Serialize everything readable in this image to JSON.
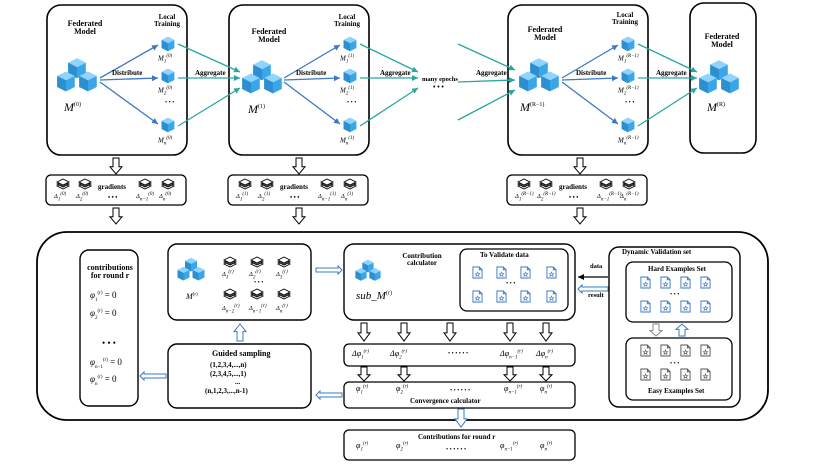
{
  "labels": {
    "federated_model": "Federated Model",
    "local_training": "Local Training",
    "distribute": "Distribute",
    "aggregate": "Aggregate",
    "many_epochs": "many epochs",
    "gradients": "gradients",
    "dots": "• • •",
    "ellipsis": "...",
    "m0": "M(0)",
    "m1": "M(1)",
    "mr1": "M(R−1)",
    "mr": "M(R)",
    "contributions_round": "contributions for round r",
    "contribution_calculator": "Contribution calculator",
    "sub_m": "sub_M(r)",
    "m_r": "M(r)",
    "to_validate": "To Validate data",
    "dynamic_validation": "Dynamic Validation set",
    "hard_examples": "Hard Examples Set",
    "easy_examples": "Easy Examples Set",
    "data": "data",
    "result": "result",
    "guided_sampling": "Guided sampling",
    "convergence_calculator": "Convergence calculator",
    "contributions_for_round": "Contributions for round r"
  },
  "sampling_sequences": [
    "(1,2,3,4,...,n)",
    "(2,3,4,5,...,1)",
    "...",
    "(n,1,2,3,...,n-1)"
  ],
  "contrib_list": [
    "φ1(r) = 0",
    "φ2(r) = 0",
    "...",
    "φn−1(r) = 0",
    "φn(r) = 0"
  ],
  "colors": {
    "cube": "#3aa6e8",
    "arrow": "#3b78c4",
    "teal": "#2aa6a0"
  }
}
